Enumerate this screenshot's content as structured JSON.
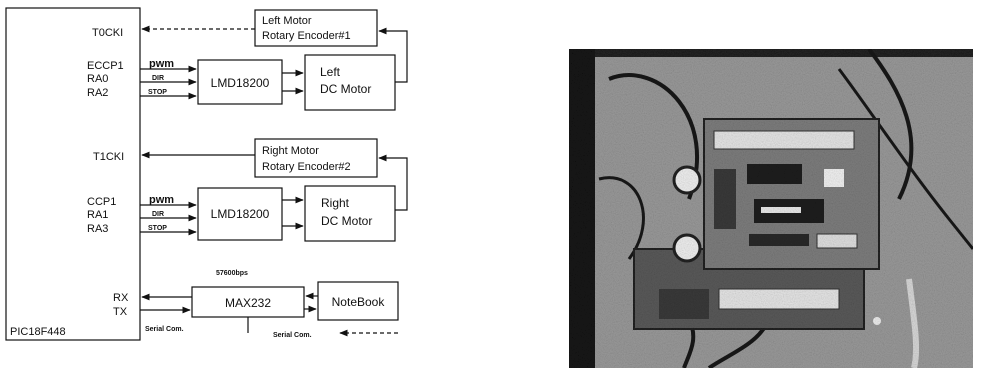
{
  "mcu": {
    "name": "PIC18F448",
    "pins": {
      "t0cki": "T0CKI",
      "eccp1": "ECCP1",
      "ra0": "RA0",
      "ra2": "RA2",
      "t1cki": "T1CKI",
      "ccp1": "CCP1",
      "ra1": "RA1",
      "ra3": "RA3",
      "rx": "RX",
      "tx": "TX"
    }
  },
  "left_channel": {
    "encoder_line1": "Left Motor",
    "encoder_line2": "Rotary Encoder#1",
    "driver": "LMD18200",
    "motor_line1": "Left",
    "motor_line2": "DC Motor",
    "sig_pwm": "pwm",
    "sig_dir": "DIR",
    "sig_stop": "STOP"
  },
  "right_channel": {
    "encoder_line1": "Right Motor",
    "encoder_line2": "Rotary Encoder#2",
    "driver": "LMD18200",
    "motor_line1": "Right",
    "motor_line2": "DC Motor",
    "sig_pwm": "pwm",
    "sig_dir": "DIR",
    "sig_stop": "STOP"
  },
  "serial": {
    "baud": "57600bps",
    "transceiver": "MAX232",
    "host": "NoteBook",
    "label_left": "Serial Com.",
    "label_right": "Serial Com."
  }
}
